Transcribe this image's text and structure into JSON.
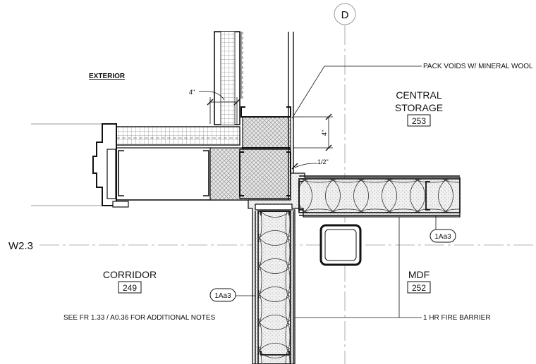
{
  "grid": {
    "column": "D",
    "row": "W2.3"
  },
  "labels": {
    "exterior": "EXTERIOR",
    "pack_voids": "PACK VOIDS W/ MINERAL WOOL",
    "fire_barrier": "1 HR FIRE BARRIER",
    "see_notes": "SEE FR 1.33 / A0.36 FOR ADDITIONAL NOTES"
  },
  "dimensions": {
    "top_4in": "4\"",
    "side_4in": "4\"",
    "half_in": "1/2\""
  },
  "rooms": [
    {
      "name_line1": "CENTRAL",
      "name_line2": "STORAGE",
      "number": "253"
    },
    {
      "name_line1": "CORRIDOR",
      "number": "249"
    },
    {
      "name_line1": "MDF",
      "number": "252"
    }
  ],
  "tags": {
    "wall_type_right": "1Aa3",
    "wall_type_left": "1Aa3"
  },
  "colors": {
    "line": "#111111",
    "grid": "#9a9a9a",
    "fill": "#d9d9d9"
  }
}
